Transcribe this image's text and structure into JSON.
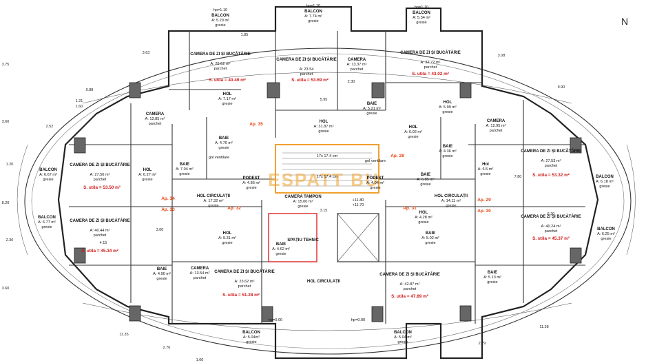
{
  "compass": "N",
  "watermark": "ESPATT BU",
  "apartments": [
    {
      "id": "ap34",
      "label": "Ap. 34"
    },
    {
      "id": "ap35",
      "label": "Ap. 35"
    },
    {
      "id": "ap28",
      "label": "Ap. 28"
    },
    {
      "id": "ap29",
      "label": "Ap. 29"
    },
    {
      "id": "ap30",
      "label": "Ap. 30"
    },
    {
      "id": "ap31",
      "label": "Ap. 31"
    },
    {
      "id": "ap32",
      "label": "Ap. 32"
    },
    {
      "id": "ap33",
      "label": "Ap. 33"
    }
  ],
  "rooms": [
    {
      "id": "balcon_top_left",
      "name": "BALCON",
      "area": "A: 5.29 m²",
      "finish": "gresie"
    },
    {
      "id": "balcon_top_mid",
      "name": "BALCON",
      "area": "A: 7.74 m²",
      "finish": "gresie"
    },
    {
      "id": "balcon_top_right",
      "name": "BALCON",
      "area": "A: 5.34 m²",
      "finish": "gresie"
    },
    {
      "id": "czb_top_left",
      "name": "CAMERA DE ZI\nȘI BUCĂTĂRIE",
      "area": "A: 26.62 m²",
      "finish": "parchet"
    },
    {
      "id": "czb_top_mid",
      "name": "CAMERA DE ZI\nȘI BUCĂTĂRIE",
      "area": "A: 23.54",
      "finish": "parchet"
    },
    {
      "id": "camera_top_mid",
      "name": "CAMERA",
      "area": "A: 13.37 m²",
      "finish": "parchet"
    },
    {
      "id": "czb_top_right",
      "name": "CAMERA DE ZI\nȘI BUCĂTĂRIE",
      "area": "A: 32.72 m²",
      "finish": "parchet"
    },
    {
      "id": "hol_top_left",
      "name": "HOL",
      "area": "A: 7.17 m²",
      "finish": "gresie"
    },
    {
      "id": "hol_top_mid",
      "name": "HOL",
      "area": "A: 31.87 m²",
      "finish": "gresie"
    },
    {
      "id": "baie_top_mid",
      "name": "BAIE",
      "area": "A: 5.21 m²",
      "finish": "gresie"
    },
    {
      "id": "hol_top_right",
      "name": "HOL",
      "area": "A: 6.02 m²",
      "finish": "gresie"
    },
    {
      "id": "camera_left_upper",
      "name": "CAMERA",
      "area": "A: 12.85 m²",
      "finish": "parchet"
    },
    {
      "id": "baie_left_upper",
      "name": "BAIE",
      "area": "A: 4.70 m²",
      "finish": "gresie"
    },
    {
      "id": "hol_right_upper",
      "name": "HOL",
      "area": "A: 5.99 m²",
      "finish": "gresie"
    },
    {
      "id": "camera_right_upper",
      "name": "CAMERA",
      "area": "A: 12.95 m²",
      "finish": "parchet"
    },
    {
      "id": "baie_right_upper",
      "name": "BAIE",
      "area": "A: 4.36 m²",
      "finish": "gresie"
    },
    {
      "id": "czb_left_mid",
      "name": "CAMERA DE ZI\nȘI BUCĂTĂRIE",
      "area": "A: 27.50 m²",
      "finish": "parchet"
    },
    {
      "id": "baie_left_mid",
      "name": "BAIE",
      "area": "A: 7.04 m²",
      "finish": "gresie"
    },
    {
      "id": "hol_left_mid",
      "name": "HOL",
      "area": "A: 6.27 m²",
      "finish": "gresie"
    },
    {
      "id": "podest_left",
      "name": "PODEST",
      "area": "A: 4.86 m²",
      "finish": "gresie"
    },
    {
      "id": "podest_right",
      "name": "PODEST",
      "area": "A: 4.04 m²",
      "finish": "gresie"
    },
    {
      "id": "baie_right_mid",
      "name": "BAIE",
      "area": "A: 6.85 m²",
      "finish": "gresie"
    },
    {
      "id": "hol_right_mid",
      "name": "Hol",
      "area": "A: 6.5 m²",
      "finish": "gresie"
    },
    {
      "id": "czb_right_mid",
      "name": "CAMERA DE ZI\nȘI BUCĂTĂRIE",
      "area": "A: 27.53 m²",
      "finish": "parchet"
    },
    {
      "id": "balcon_left_upper",
      "name": "BALCON",
      "area": "A: 6.67 m²",
      "finish": "gresie"
    },
    {
      "id": "balcon_right_upper",
      "name": "BALCON",
      "area": "A: 6.18 m²",
      "finish": "gresie"
    },
    {
      "id": "hol_circ_left",
      "name": "HOL CIRCULAȚII",
      "area": "A: 17.32 m²",
      "finish": "gresie"
    },
    {
      "id": "camera_tampon",
      "name": "CAMERA TAMPON",
      "area": "A: 15.00 m²",
      "finish": "gresie"
    },
    {
      "id": "hol_circ_right",
      "name": "HOL CIRCULAȚII",
      "area": "A: 14.11 m²",
      "finish": "gresie"
    },
    {
      "id": "balcon_left_lower",
      "name": "BALCON",
      "area": "A: 6.77 m²",
      "finish": "gresie"
    },
    {
      "id": "czb_left_lower",
      "name": "CAMERA DE ZI\nȘI BUCĂTĂRIE",
      "area": "A: 40.44 m²",
      "finish": "parchet"
    },
    {
      "id": "hol_left_lower",
      "name": "HOL",
      "area": "A: 9.31 m²",
      "finish": "gresie"
    },
    {
      "id": "baie_center_lower",
      "name": "BAIE",
      "area": "A: 4.62 m²",
      "finish": "gresie"
    },
    {
      "id": "baie_right_lower",
      "name": "BAIE",
      "area": "A: 5.02 m²",
      "finish": "gresie"
    },
    {
      "id": "hol_right_lower",
      "name": "HOL",
      "area": "A: 4.28 m²",
      "finish": "gresie"
    },
    {
      "id": "czb_right_lower",
      "name": "CAMERA DE ZI\nȘI BUCĂTĂRIE",
      "area": "A: 40.24 m²",
      "finish": "parchet"
    },
    {
      "id": "balcon_right_lower",
      "name": "BALCON",
      "area": "A: 6.25 m²",
      "finish": "gresie"
    },
    {
      "id": "baie_left_low",
      "name": "BAIE",
      "area": "A: 4.90 m²",
      "finish": "gresie"
    },
    {
      "id": "camera_bottom_left",
      "name": "CAMERA",
      "area": "A: 13.54 m²",
      "finish": "parchet"
    },
    {
      "id": "czb_bottom_left",
      "name": "CAMERA DE ZI\nȘI BUCĂTĂRIE",
      "area": "A: 23.62 m²",
      "finish": "parchet"
    },
    {
      "id": "hol_circulatii_vert",
      "name": "HOL CIRCULAȚII",
      "area": "",
      "finish": ""
    },
    {
      "id": "czb_bottom_right",
      "name": "CAMERA DE ZI\nȘI BUCĂTĂRIE",
      "area": "A: 42.87 m²",
      "finish": "parchet"
    },
    {
      "id": "baie_right_low",
      "name": "BAIE",
      "area": "A: 5.13 m²",
      "finish": "gresie"
    },
    {
      "id": "balcon_bottom_left",
      "name": "BALCON",
      "area": "A: 5.04m²",
      "finish": "gresie"
    },
    {
      "id": "balcon_bottom_right",
      "name": "BALCON",
      "area": "A: 5.04 m²",
      "finish": "gresie"
    },
    {
      "id": "spatiu_tehnic",
      "name": "SPAȚIU TEHNIC",
      "area": "",
      "finish": ""
    }
  ],
  "usable_areas": [
    {
      "id": "u_top_left",
      "text": "S. utila = 40.49 m²"
    },
    {
      "id": "u_top_mid",
      "text": "S. utila = 53.69 m²"
    },
    {
      "id": "u_top_right",
      "text": "S. utila = 43.02 m²"
    },
    {
      "id": "u_left_mid",
      "text": "S. utila = 53.50 m²"
    },
    {
      "id": "u_right_mid",
      "text": "S. utila = 53.32 m²"
    },
    {
      "id": "u_left_low",
      "text": "S. utila = 45.34 m²"
    },
    {
      "id": "u_right_low",
      "text": "S. utila = 45.37 m²"
    },
    {
      "id": "u_bottom_left",
      "text": "S. utila = 51.28 m²"
    },
    {
      "id": "u_bottom_right",
      "text": "S. utila = 47.89 m²"
    }
  ],
  "notes": {
    "gol_ventilare": "gol ventilare",
    "stair": "17x 17.4 cm",
    "level_a": "+11.80",
    "level_b": "+11.70",
    "hp_110": "hp=1.10",
    "hp_000": "hp=0.00"
  },
  "dimensions": [
    "3.75",
    "3.63",
    "9.88",
    "1.21",
    "1.60",
    "2.52",
    "3.60",
    "1.20",
    "8.20",
    "2.30",
    "3.60",
    "11.35",
    "2.76",
    "2.79",
    "11.38",
    "1.00",
    "1.85",
    "5.95",
    "2.30",
    "4.15",
    "6.30",
    "7.80",
    "3.15",
    "3.00",
    "9.90",
    "3.08"
  ]
}
